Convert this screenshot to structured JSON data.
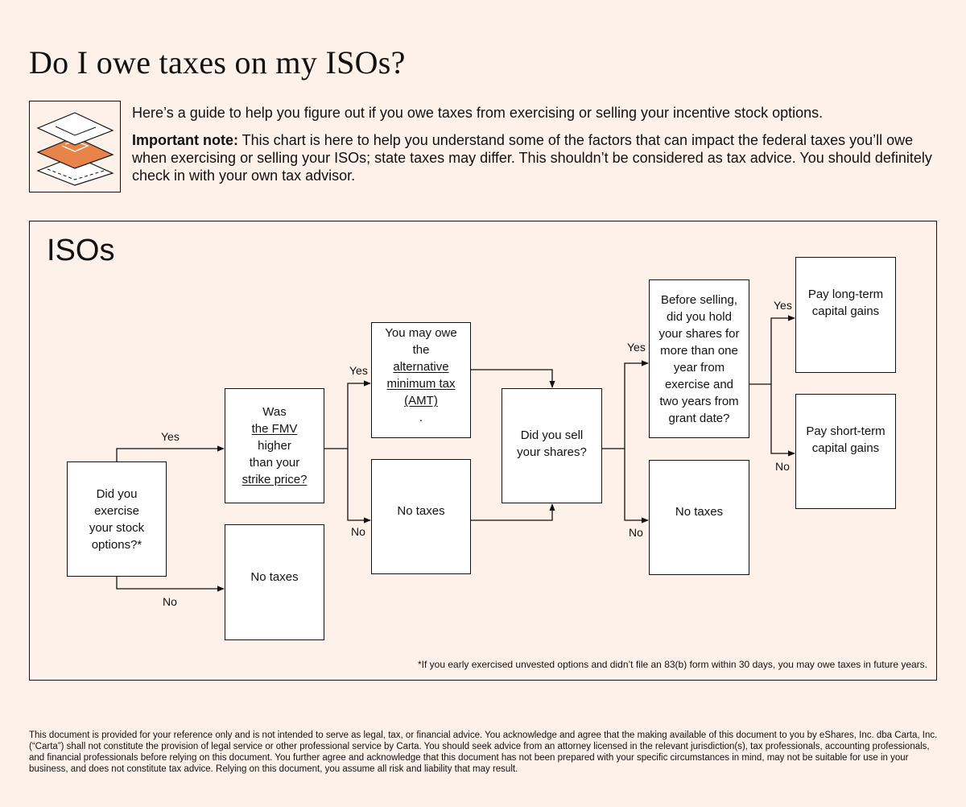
{
  "page": {
    "title": "Do I owe taxes on my ISOs?",
    "intro": "Here’s a guide to help you figure out if you owe taxes from exercising or selling your incentive stock options.",
    "note_label": "Important note:",
    "note_text": " This chart is here to help you understand some of the factors that can impact the federal taxes you’ll owe when exercising or selling your ISOs; state taxes may differ. This shouldn’t be considered as tax advice. You should definitely check in with your own tax advisor."
  },
  "chart": {
    "heading": "ISOs",
    "colors": {
      "background": "#fdf1ea",
      "node_fill": "#ffffff",
      "stroke": "#111111",
      "icon_accent": "#e8834a"
    },
    "nodes": {
      "exercise_q": {
        "l1": "Did you",
        "l2": "exercise",
        "l3": "your stock",
        "l4": "options?*"
      },
      "fmv_q": {
        "l1_pre": "Was ",
        "l1_link": "the FMV",
        "l2": "higher",
        "l3": "than your",
        "l4_link": "strike price?"
      },
      "no_taxes_1": "No taxes",
      "amt": {
        "l1": "You may owe",
        "l2_pre": "the ",
        "l2_link": "alternative",
        "l3_link": "minimum tax",
        "l4_link": "(AMT)",
        "l4_post": "."
      },
      "no_taxes_2": "No taxes",
      "sell_q": {
        "l1": "Did you sell",
        "l2": "your shares?"
      },
      "hold_q": {
        "l1": "Before selling,",
        "l2": "did you hold",
        "l3": "your shares for",
        "l4": "more than one",
        "l5": "year from",
        "l6": "exercise and",
        "l7": "two years from",
        "l8": "grant date?"
      },
      "no_taxes_3": "No taxes",
      "long_term": {
        "l1": "Pay long-term",
        "l2": "capital gains"
      },
      "short_term": {
        "l1": "Pay short-term",
        "l2": "capital gains"
      }
    },
    "edge_labels": {
      "exercise_yes": "Yes",
      "exercise_no": "No",
      "fmv_yes": "Yes",
      "fmv_no": "No",
      "sell_yes": "Yes",
      "sell_no": "No",
      "hold_yes": "Yes",
      "hold_no": "No"
    },
    "footnote": "*If you early exercised unvested options and didn’t file an 83(b) form within 30 days, you may owe taxes in future years."
  },
  "disclaimer": "This document is provided for your reference only and is not intended to serve as legal, tax, or financial advice. You acknowledge and agree that the making available of this document to you by eShares, Inc. dba Carta, Inc. (“Carta”) shall not constitute the provision of legal service or other professional service by Carta. You should seek advice from an attorney licensed in the relevant jurisdiction(s), tax professionals, accounting professionals, and financial professionals before relying on this document. You further agree and acknowledge that this document has not been prepared with your specific circumstances in mind, may not be suitable for use in your business, and does not constitute tax advice. Relying on this document, you assume all risk and liability that may result."
}
